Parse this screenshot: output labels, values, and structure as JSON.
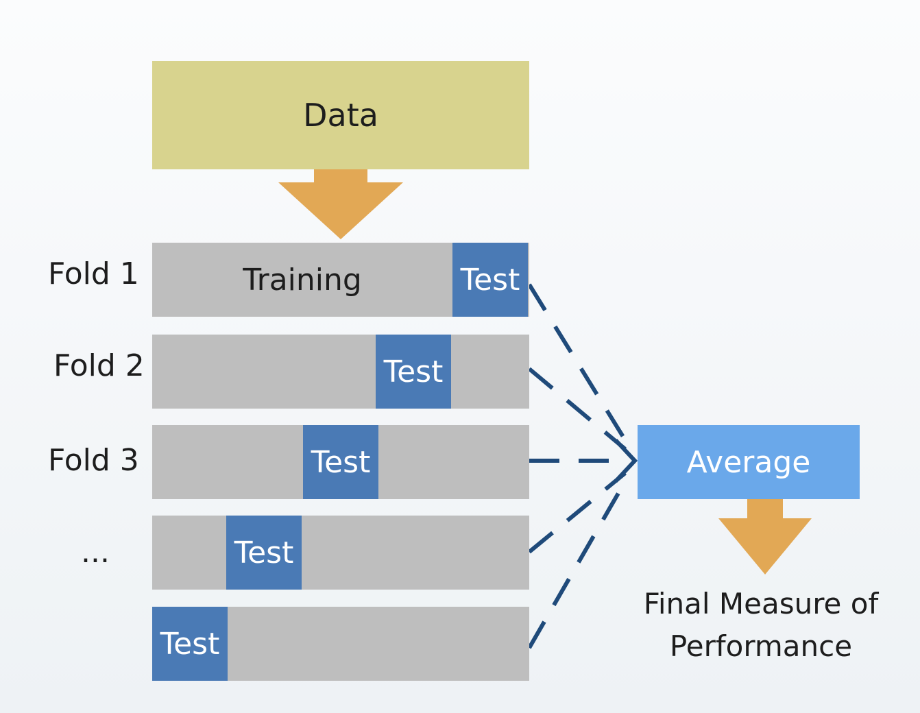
{
  "data_label": "Data",
  "training_label": "Training",
  "test_label": "Test",
  "folds": [
    {
      "label": "Fold 1"
    },
    {
      "label": "Fold 2"
    },
    {
      "label": "Fold 3"
    },
    {
      "label": "..."
    },
    {
      "label": ""
    }
  ],
  "average_label": "Average",
  "final_label_line1": "Final Measure of",
  "final_label_line2": "Performance",
  "colors": {
    "data": "#d8d38e",
    "arrow": "#e2a855",
    "bar": "#bebebe",
    "test": "#4a7ab5",
    "average": "#6aa8ea",
    "dash": "#1f4a7a"
  }
}
